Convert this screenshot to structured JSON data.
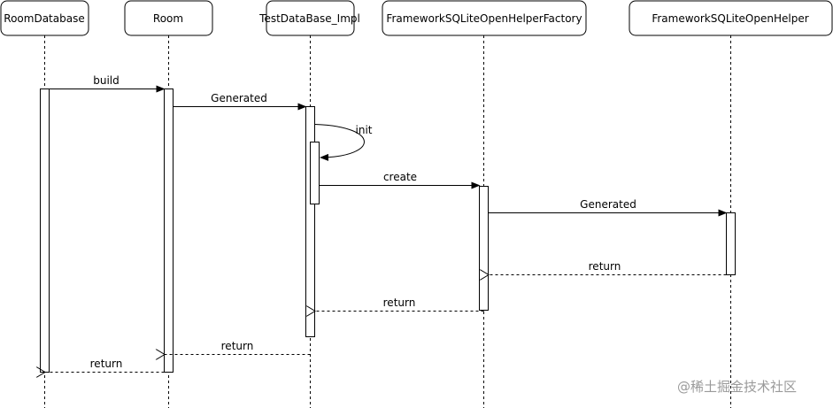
{
  "diagram": {
    "type": "sequence",
    "participants": [
      {
        "id": "roomdb",
        "label": "RoomDatabase"
      },
      {
        "id": "room",
        "label": "Room"
      },
      {
        "id": "impl",
        "label": "TestDataBase_Impl"
      },
      {
        "id": "factory",
        "label": "FrameworkSQLiteOpenHelperFactory"
      },
      {
        "id": "helper",
        "label": "FrameworkSQLiteOpenHelper"
      }
    ],
    "messages": [
      {
        "from": "roomdb",
        "to": "room",
        "label": "build",
        "style": "sync"
      },
      {
        "from": "room",
        "to": "impl",
        "label": "Generated",
        "style": "sync"
      },
      {
        "from": "impl",
        "to": "impl",
        "label": "init",
        "style": "self"
      },
      {
        "from": "impl",
        "to": "factory",
        "label": "create",
        "style": "sync"
      },
      {
        "from": "factory",
        "to": "helper",
        "label": "Generated",
        "style": "sync"
      },
      {
        "from": "helper",
        "to": "factory",
        "label": "return",
        "style": "return"
      },
      {
        "from": "factory",
        "to": "impl",
        "label": "return",
        "style": "return"
      },
      {
        "from": "impl",
        "to": "room",
        "label": "return",
        "style": "return"
      },
      {
        "from": "room",
        "to": "roomdb",
        "label": "return",
        "style": "return"
      }
    ]
  },
  "watermark": "@稀土掘金技术社区"
}
